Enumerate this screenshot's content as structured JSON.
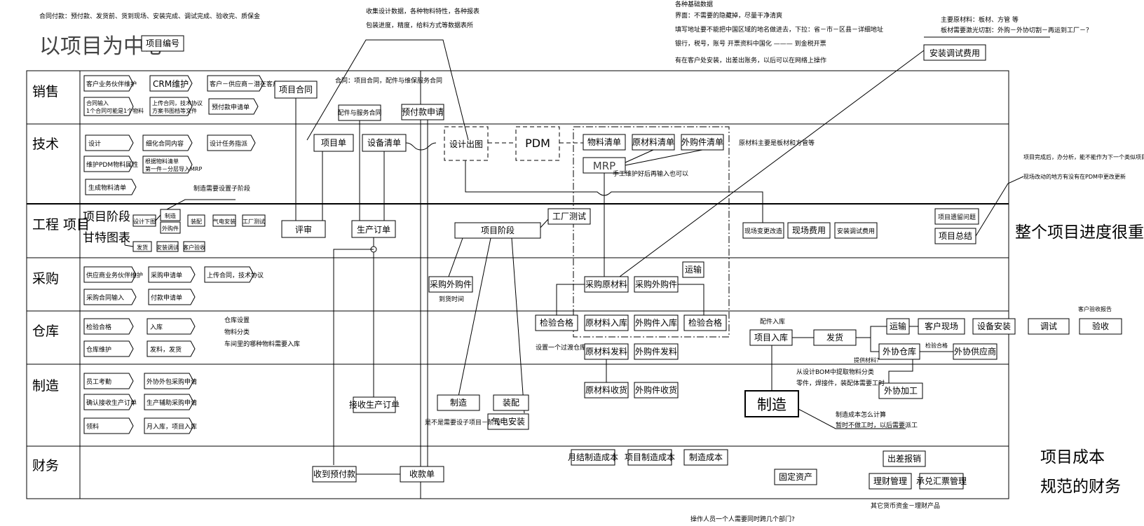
{
  "header": {
    "contract_payment": "合同付款：预付款、发货前、货到现场、安装完成、调试完成、验收完、质保金",
    "title": "以项目为中心",
    "project_no": "项目编号",
    "collect_note_1": "收集设计数据，各种物料特性，各种报表",
    "collect_note_2": "包装进度，精度，给料方式等数据表所",
    "basic_data_title": "各种基础数据",
    "basic_data_1": "界面：不需要的隐藏掉，尽量干净清爽",
    "basic_data_2": "填写地址要不能把中国区域的地名做进去，下拉：省－市－区县－详细地址",
    "basic_data_3": "银行，税号，账号  开票资料中国化 ——— 到金税开票",
    "basic_data_4": "有在客户处安装，出差出账务，以后可以在网络上操作",
    "main_material_1": "主要原材料：板材、方管 等",
    "main_material_2": "板材需要激光切割：外购－外协切割－再运到工厂－？",
    "install_fee_top": "安装调试费用"
  },
  "lanes": [
    "销售",
    "技术",
    "工程  项目",
    "采购",
    "仓库",
    "制造",
    "财务"
  ],
  "sales": {
    "customer": "客户业务伙伴维护",
    "crm": "CRM维护",
    "supplier_potential": "客户－供应商－潜在客户",
    "contract_input_1": "合同输入",
    "contract_input_2": "1个合同可能是1个物料",
    "upload_contract_1": "上传合同，技术协议",
    "upload_contract_2": "方案书图档等文件",
    "prepay_req": "预付款申请单",
    "project_contract": "项目合同",
    "contract_note": "合同：项目合同，配件与维保服务合同",
    "parts_contract": "配件与服务合同",
    "prepay_app": "预付款申请"
  },
  "tech": {
    "design": "设计",
    "refine_contract": "细化合同内容",
    "design_assign": "设计任务指派",
    "pdm_attr": "维护PDM物料属性",
    "bom_1": "根据物料清单",
    "bom_2": "第一件－分层导入MRP",
    "gen_bom": "生成物料清单",
    "project_sheet": "项目单",
    "equipment_list": "设备清单",
    "design_drawing": "设计出图",
    "pdm": "PDM",
    "material_list": "物料清单",
    "raw_material_list": "原材料清单",
    "outsource_list": "外购件清单",
    "mrp": "MRP",
    "manual_note": "手工维护好后再输入也可以",
    "raw_note": "原材料主要是板材和方管等"
  },
  "engineering": {
    "gantt_1": "项目阶段",
    "gantt_2": "甘特图表",
    "substage_note": "制造需要设置子阶段",
    "design_dl": "设计下图",
    "make": "制造",
    "outsource": "外购件",
    "assembly": "装配",
    "electrical": "气电安装",
    "factory_test": "工厂测试",
    "ship": "发货",
    "install_test": "安装调试",
    "acceptance": "客户验收",
    "review": "评审",
    "prod_order": "生产订单",
    "project_stage": "项目阶段",
    "factory_test_box": "工厂测试",
    "site_change": "现场变更改造",
    "site_fee": "现场费用",
    "install_fee": "安装调试费用",
    "remaining_issue": "项目遗留问题",
    "summary": "项目总结",
    "complete_note": "项目完成后，办分析，能不能作为下一个类似项目的模板",
    "pdm_update_note": "现场改动的地方有没有在PDM中更改更新",
    "progress": "整个项目进度很重要"
  },
  "purchase": {
    "supplier": "供应商业务伙伴维护",
    "purchase_req": "采购申请单",
    "upload_tech": "上传合同，技术协议",
    "purchase_input": "采购合同输入",
    "pay_req": "付款申请单",
    "buy_outsource": "采购外购件",
    "arrival": "到货时间",
    "buy_raw": "采购原材料",
    "buy_outsource_2": "采购外购件",
    "transport": "运输"
  },
  "warehouse": {
    "inspect": "检验合格",
    "stock_in": "入库",
    "wh_setup": "仓库设置",
    "mat_class": "物料分类",
    "wh_note": "车间里的哪种物料需要入库",
    "wh_maint": "仓库维护",
    "issue": "发料，发货",
    "inspect_2": "检验合格",
    "raw_in": "原材料入库",
    "outsource_in": "外购件入库",
    "inspect_3": "检验合格",
    "transit_q": "设置一个过渡仓库？",
    "parts_in_label": "配件入库",
    "project_in": "项目入库",
    "ship": "发货",
    "transport": "运输",
    "customer_site": "客户现场",
    "equip_install": "设备安装",
    "debug": "调试",
    "accept": "验收",
    "accept_report": "客户验收报告",
    "outsource_wh": "外协仓库",
    "inspect_4": "检验合格",
    "outsource_supplier": "外协供应商",
    "provide_material": "提供材料？",
    "outsource_process": "外协加工"
  },
  "manufacturing": {
    "attendance": "员工考勤",
    "outsource_req": "外协外包采购申请",
    "confirm_order": "确认接收生产订单",
    "aux_req": "生产辅助采购申请",
    "pick": "领料",
    "monthly_in": "月入库，项目入库",
    "receive_order": "接收生产订单",
    "make": "制造",
    "assembly": "装配",
    "electrical": "气电安装",
    "substage_q": "是不是需要设子项目－阶段",
    "raw_issue": "原材料发料",
    "outsource_issue": "外购件发料",
    "raw_receive": "原材料收货",
    "outsource_receive": "外购件收货",
    "bom_note_1": "从设计BOM中提取物料分类",
    "bom_note_2": "零件，焊接件，装配体需要工时",
    "make_big": "制造",
    "cost_note_1": "制造成本怎么计算",
    "cost_note_2": "暂时不做工时，以后需要派工"
  },
  "finance": {
    "receive_prepay": "收到预付款",
    "receipt": "收款单",
    "monthly_cost": "月结制造成本",
    "project_cost": "项目制造成本",
    "mfg_cost": "制造成本",
    "fixed_assets": "固定资产",
    "travel": "出差报销",
    "wealth": "理财管理",
    "fx": "承兑汇票管理",
    "other_funds": "其它货币资金－理财产品",
    "ops_question": "操作人员一个人需要同时跨几个部门?",
    "project_cost_big": "项目成本",
    "normative": "规范的财务"
  }
}
